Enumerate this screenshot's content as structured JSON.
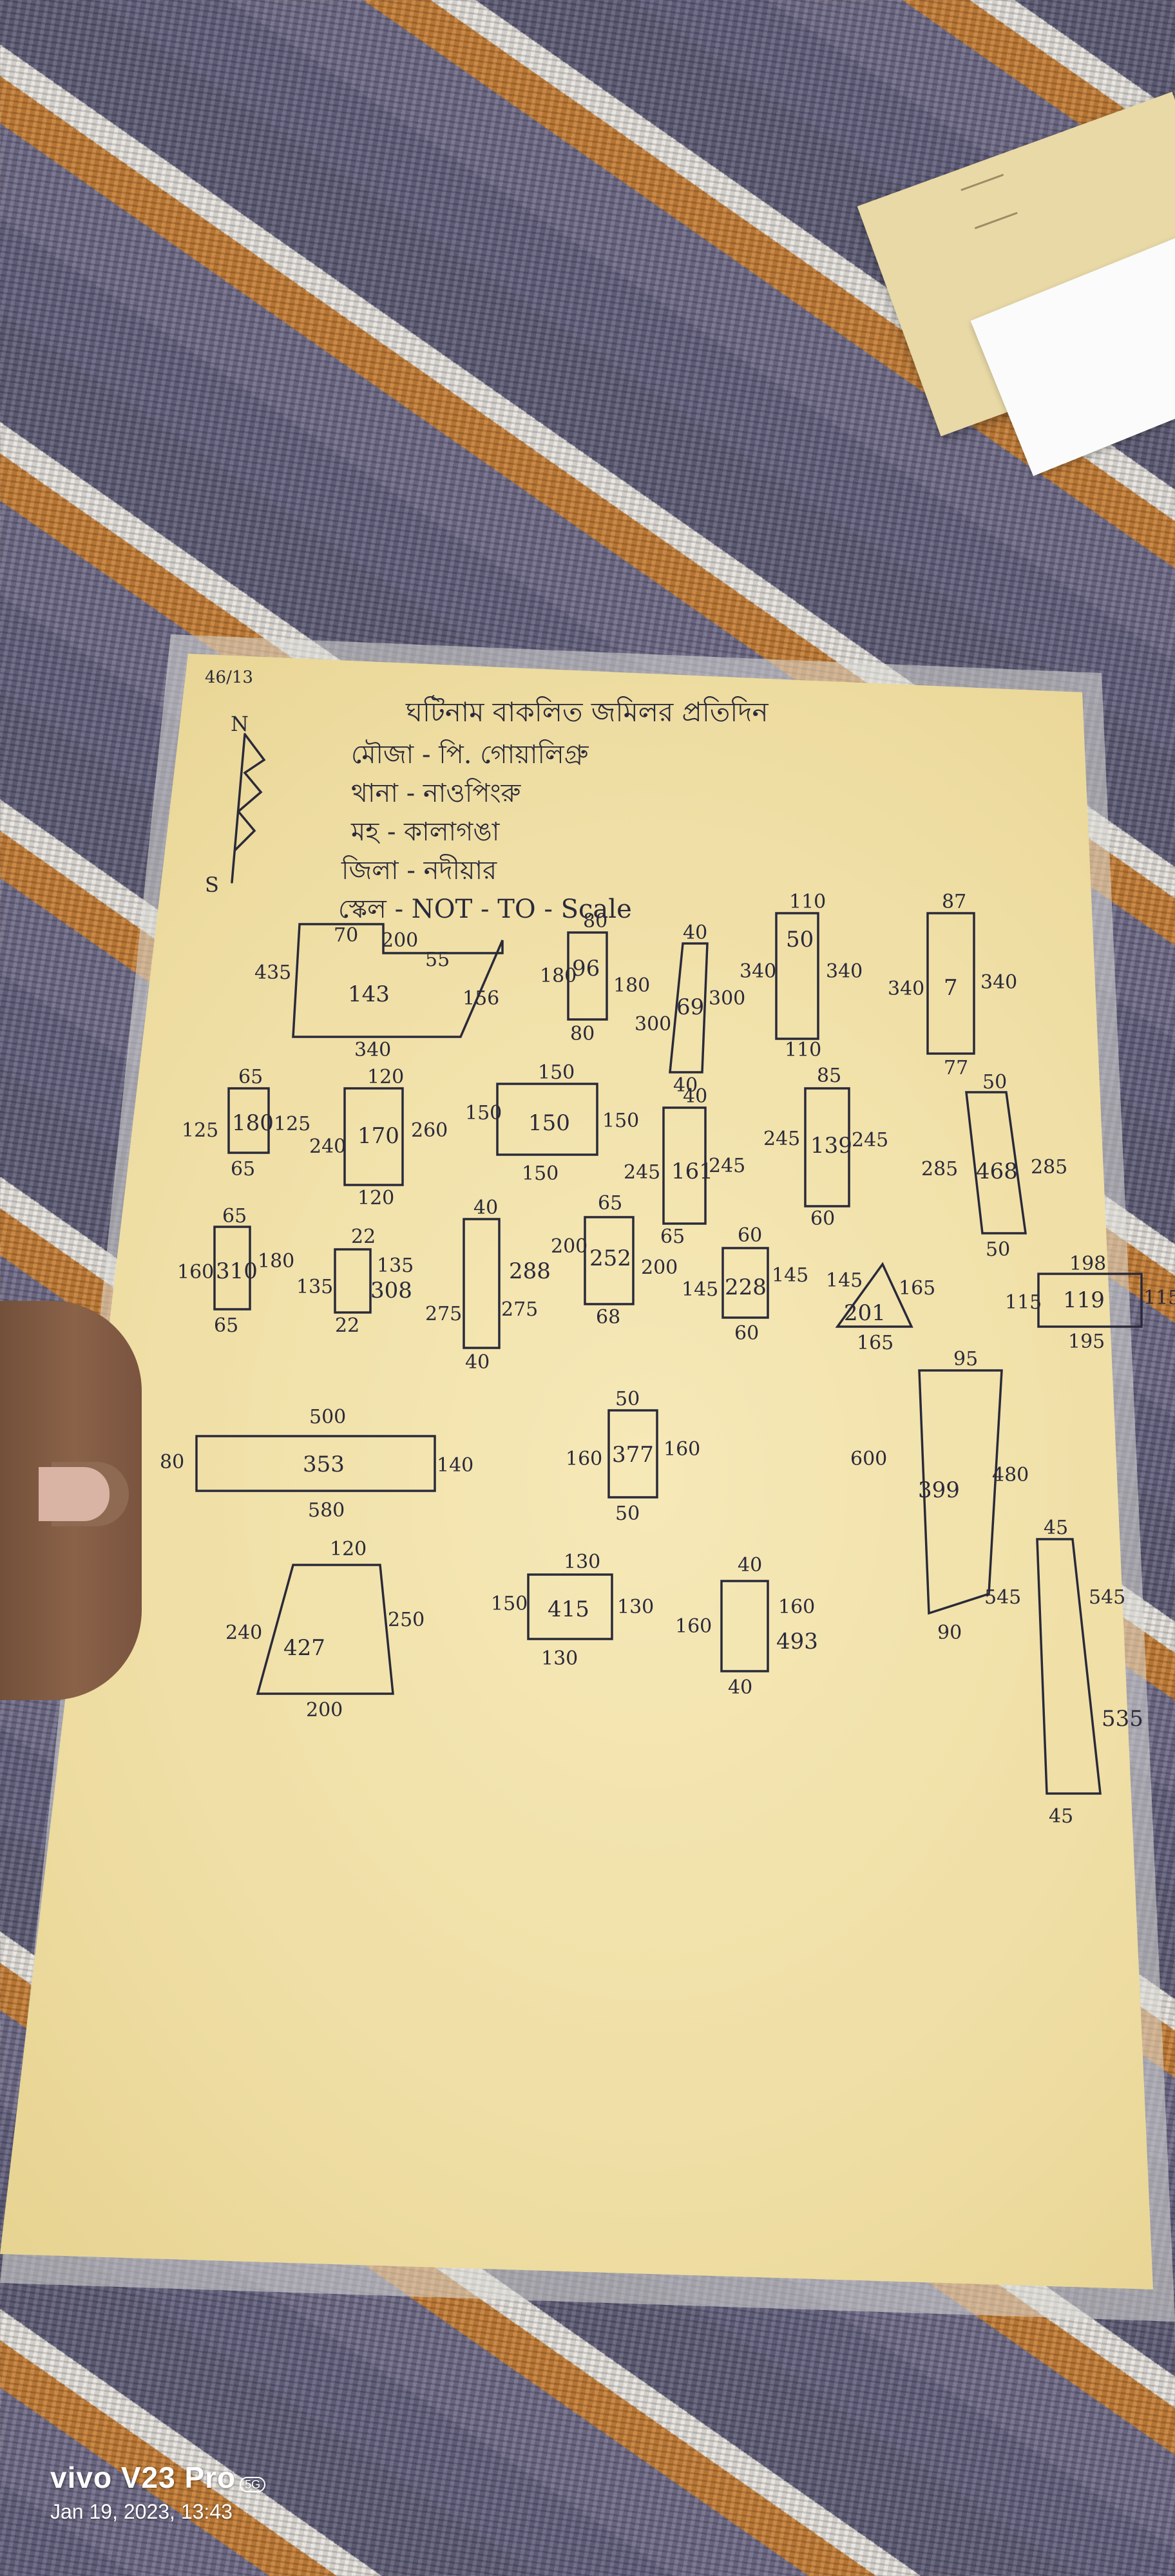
{
  "page_mark": "46/13",
  "north_label": "N",
  "south_label": "S",
  "header": {
    "title": "ঘটিনাম বাকলিত জমিলর প্ৰতিদিন",
    "line1": "মৌজা - পি. গোয়ালিগ্ৰু",
    "line2": "থানা - নাওপিংরু",
    "line3": "মহ - কালাগঙা",
    "line4": "জিলা - নদীয়ার",
    "line5": "স্কেল - NOT - TO - Scale"
  },
  "plots": [
    {
      "id": "143",
      "labels": [
        "70",
        "200",
        "55",
        "435",
        "156",
        "340"
      ]
    },
    {
      "id": "96",
      "labels": [
        "80",
        "180",
        "180",
        "80"
      ]
    },
    {
      "id": "69",
      "labels": [
        "40",
        "300",
        "300",
        "40"
      ]
    },
    {
      "id": "50",
      "labels": [
        "110",
        "340",
        "340",
        "110"
      ]
    },
    {
      "id": "7",
      "labels": [
        "87",
        "340",
        "340",
        "77"
      ]
    },
    {
      "id": "180",
      "labels": [
        "65",
        "125",
        "125",
        "65"
      ]
    },
    {
      "id": "170",
      "labels": [
        "120",
        "240",
        "260",
        "120"
      ]
    },
    {
      "id": "150",
      "labels": [
        "150",
        "150",
        "150",
        "150"
      ]
    },
    {
      "id": "161",
      "labels": [
        "40",
        "245",
        "245",
        "65"
      ]
    },
    {
      "id": "139",
      "labels": [
        "85",
        "245",
        "245",
        "60"
      ]
    },
    {
      "id": "468",
      "labels": [
        "50",
        "285",
        "285",
        "50"
      ]
    },
    {
      "id": "310",
      "labels": [
        "65",
        "160",
        "180",
        "65"
      ]
    },
    {
      "id": "308",
      "labels": [
        "22",
        "135",
        "135",
        "22"
      ]
    },
    {
      "id": "288",
      "labels": [
        "40",
        "275",
        "275",
        "40"
      ]
    },
    {
      "id": "252",
      "labels": [
        "65",
        "200",
        "200",
        "68"
      ]
    },
    {
      "id": "228",
      "labels": [
        "60",
        "145",
        "145",
        "60"
      ]
    },
    {
      "id": "201",
      "labels": [
        "145",
        "165",
        "165"
      ]
    },
    {
      "id": "119",
      "labels": [
        "198",
        "115",
        "115",
        "195"
      ]
    },
    {
      "id": "353",
      "labels": [
        "500",
        "80",
        "140",
        "580"
      ]
    },
    {
      "id": "377",
      "labels": [
        "50",
        "160",
        "160",
        "50"
      ]
    },
    {
      "id": "399",
      "labels": [
        "95",
        "600",
        "480",
        "90"
      ]
    },
    {
      "id": "427",
      "labels": [
        "120",
        "240",
        "250",
        "200"
      ]
    },
    {
      "id": "415",
      "labels": [
        "130",
        "150",
        "130",
        "130"
      ]
    },
    {
      "id": "493",
      "labels": [
        "40",
        "160",
        "160",
        "40"
      ]
    },
    {
      "id": "535",
      "labels": [
        "45",
        "545",
        "545",
        "45"
      ]
    }
  ],
  "watermark": {
    "brand": "vivo V23 Pro",
    "badge": "5G",
    "timestamp": "Jan 19, 2023, 13:43"
  },
  "colors": {
    "paper": "#f2e4ad",
    "ink": "#2a2a3a",
    "mat_purple": "#5f5c7a",
    "mat_orange": "#c47a2e"
  }
}
